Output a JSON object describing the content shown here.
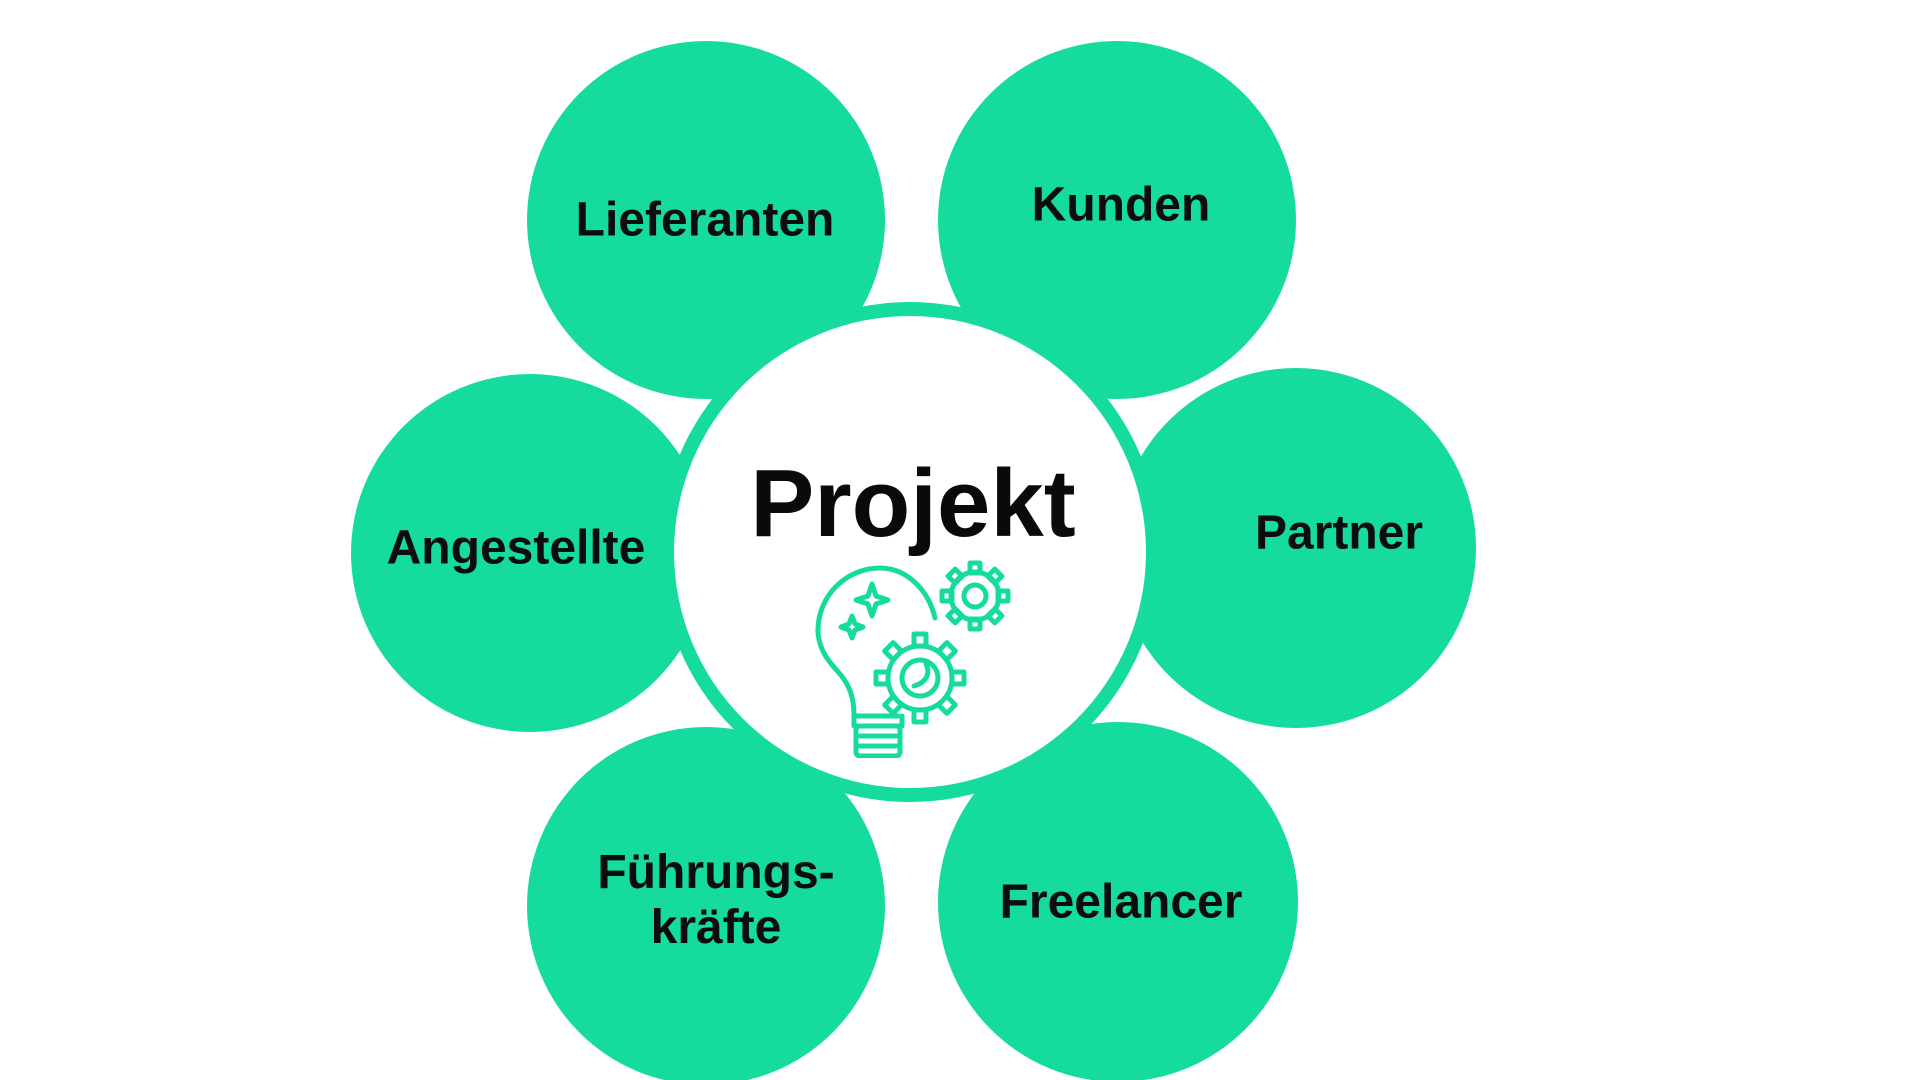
{
  "theme": {
    "accent": "#16DB9F",
    "background": "#ffffff",
    "text": "#0d0d0d"
  },
  "center": {
    "title": "Projekt",
    "icon": "lightbulb-gears-icon"
  },
  "nodes": [
    {
      "id": "lieferanten",
      "label": "Lieferanten"
    },
    {
      "id": "kunden",
      "label": "Kunden"
    },
    {
      "id": "angestellte",
      "label": "Angestellte"
    },
    {
      "id": "partner",
      "label": "Partner"
    },
    {
      "id": "fuehrungskraefte",
      "label": "Führungs-\nkräfte"
    },
    {
      "id": "freelancer",
      "label": "Freelancer"
    }
  ]
}
